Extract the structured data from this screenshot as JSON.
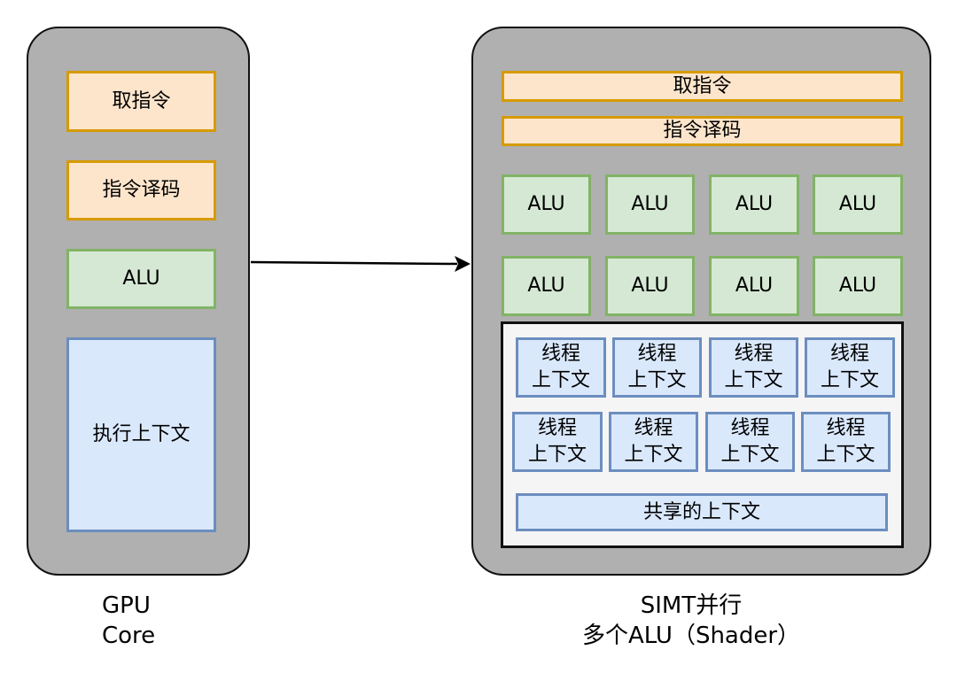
{
  "left": {
    "fetch": "取指令",
    "decode": "指令译码",
    "alu": "ALU",
    "context": "执行上下文",
    "caption_line1": "GPU",
    "caption_line2": "Core"
  },
  "right": {
    "fetch": "取指令",
    "decode": "指令译码",
    "alus": [
      "ALU",
      "ALU",
      "ALU",
      "ALU",
      "ALU",
      "ALU",
      "ALU",
      "ALU"
    ],
    "thread_line1": "线程",
    "thread_line2": "上下文",
    "shared": "共享的上下文",
    "caption_line1": "SIMT并行",
    "caption_line2": "多个ALU（Shader）"
  },
  "colors": {
    "core": "#b0b0b0",
    "orange_fill": "#fde5cc",
    "orange_stroke": "#d79b00",
    "green_fill": "#d5e8d4",
    "green_stroke": "#82b366",
    "blue_fill": "#dae8fc",
    "blue_stroke": "#6c8ebf"
  }
}
